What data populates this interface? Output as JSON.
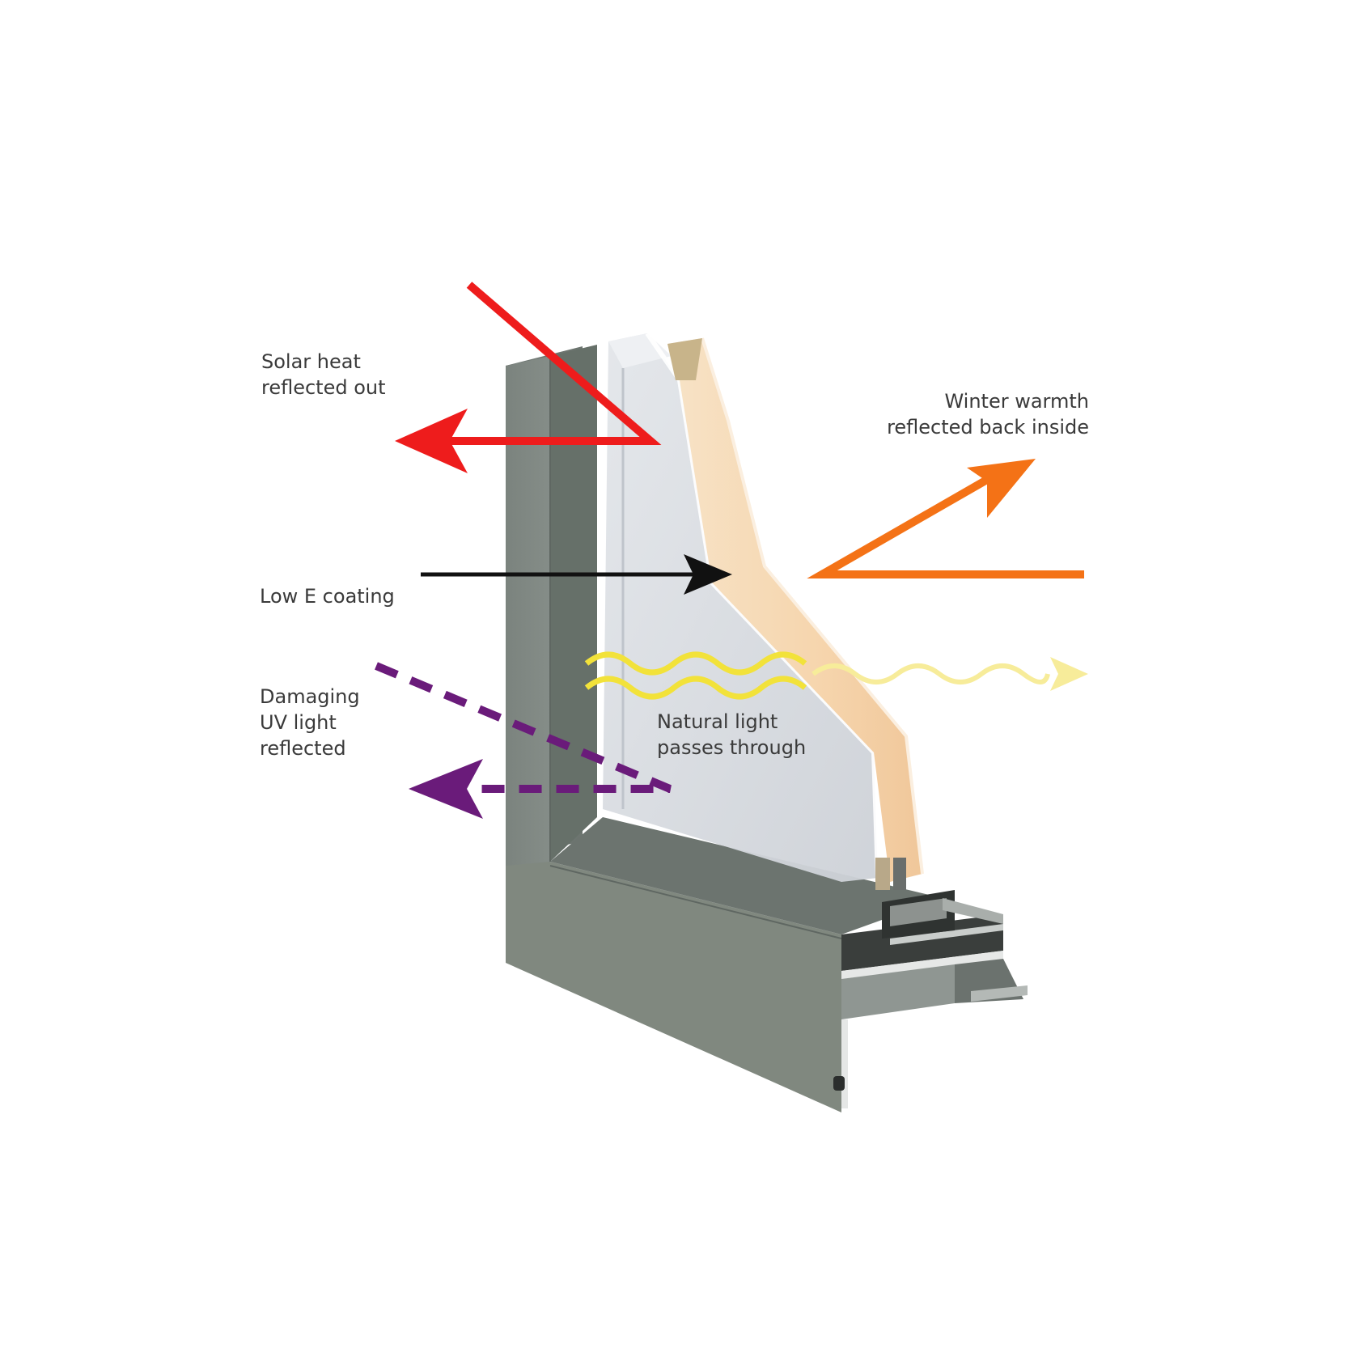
{
  "labels": {
    "solar_heat": [
      "Solar heat",
      "reflected out"
    ],
    "winter_warmth": [
      "Winter warmth",
      "reflected back inside"
    ],
    "low_e": [
      "Low E coating"
    ],
    "uv": [
      "Damaging",
      "UV light",
      "reflected"
    ],
    "natural_light": [
      "Natural light",
      "passes through"
    ]
  },
  "colors": {
    "solar_heat_arrow": "#ee1c1c",
    "winter_warmth_arrow": "#f47216",
    "low_e_arrow": "#111111",
    "uv_arrow": "#6a1b7a",
    "natural_light_waves": "#f2e23a",
    "natural_light_waves_outside": "#f7ec9a",
    "frame": "#7d8580",
    "frame_dark": "#59605c",
    "frame_light": "#9aa29d",
    "inner_glass": "#d8dbe0",
    "outer_glass_tint": "#f8dcb5"
  },
  "icons": {
    "window": "window-section-icon"
  }
}
